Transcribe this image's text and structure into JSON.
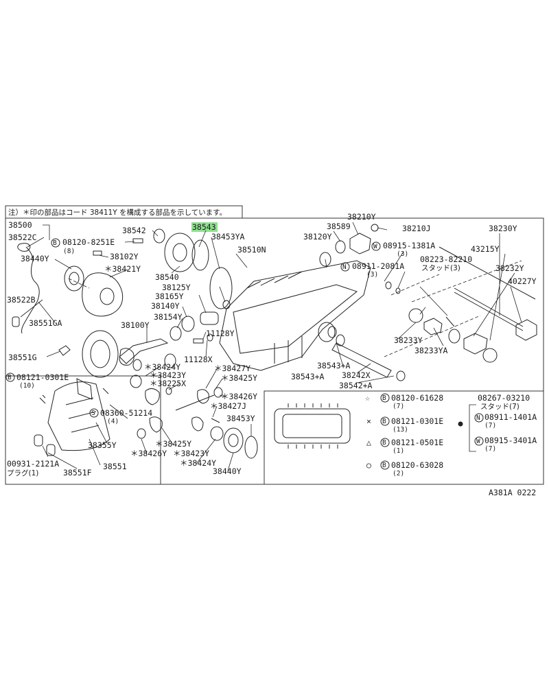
{
  "note": "注）＊印の部品はコード 38411Y を構成する部品を示しています。",
  "diagram_code": "A381A 0222",
  "highlight": {
    "part": "38543",
    "color": "#8fe08f"
  },
  "labels": {
    "p38500": "38500",
    "p38522C": "38522C",
    "p38440Y": "38440Y",
    "p38522B": "38522B",
    "p38551GA": "38551GA",
    "p38551G": "38551G",
    "p38542a": "38542",
    "b08120_8251E": "08120-8251E",
    "q8": "(8)",
    "p38102Y": "38102Y",
    "p38421Y": "＊38421Y",
    "p38543": "38543",
    "p38453YA": "38453YA",
    "p38510N": "38510N",
    "p38540": "38540",
    "p38125Y": "38125Y",
    "p38165Y": "38165Y",
    "p38140Y": "38140Y",
    "p38154Y": "38154Y",
    "p38100Y": "38100Y",
    "p11128Y": "11128Y",
    "p11128X": "11128X",
    "p38424Ya": "＊38424Y",
    "p38423Ya": "＊38423Y",
    "p38225X": "＊38225X",
    "p38427Y": "＊38427Y",
    "p38425Ya": "＊38425Y",
    "p38426Ya": "＊38426Y",
    "p38427J": "＊38427J",
    "p38425Yb": "＊38425Y",
    "p38426Yb": "＊38426Y",
    "p38423Yb": "＊38423Y",
    "p38424Yb": "＊38424Y",
    "p38453Y": "38453Y",
    "p38440Yb": "38440Y",
    "b08121_0301E": "08121-0301E",
    "q10": "(10)",
    "s08360_51214": "08360-51214",
    "q4": "(4)",
    "p38355Y": "38355Y",
    "p38551": "38551",
    "p00931": "00931-2121A",
    "plug": "プラグ(1)",
    "p38551F": "38551F",
    "p38210Ya": "38210Y",
    "p38589": "38589",
    "p38120Y": "38120Y",
    "p38210J": "38210J",
    "w08915_1381A": "08915-1381A",
    "q3a": "(3)",
    "n08911_2081A": "08911-2081A",
    "q3b": "(3)",
    "p38230Y": "38230Y",
    "p43215Y": "43215Y",
    "p08223_82210": "08223-82210",
    "stud3": "スタッド(3)",
    "p38232Y": "38232Y",
    "p40227Y": "40227Y",
    "p38233Y": "38233Y",
    "p38233YA": "38233YA",
    "p38543A1": "38543+A",
    "p38242X": "38242X",
    "p38543A2": "38543+A",
    "p38542A": "38542+A",
    "k08120_61628": "08120-61628",
    "q7a": "(7)",
    "k08121_0301E": "08121-0301E",
    "q13": "(13)",
    "k08121_0501E": "08121-0501E",
    "q1": "(1)",
    "k08120_63028": "08120-63028",
    "q2": "(2)",
    "k08267_03210": "08267-03210",
    "stud7": "スタッド(7)",
    "k08911_1401A": "08911-1401A",
    "q7b": "(7)",
    "k08915_3401A": "08915-3401A",
    "q7c": "(7)"
  },
  "symbols": {
    "B": "B",
    "S": "S",
    "W": "W",
    "N": "N",
    "star": "☆",
    "cross": "×",
    "tri": "△",
    "circ": "○",
    "dot": "●"
  }
}
